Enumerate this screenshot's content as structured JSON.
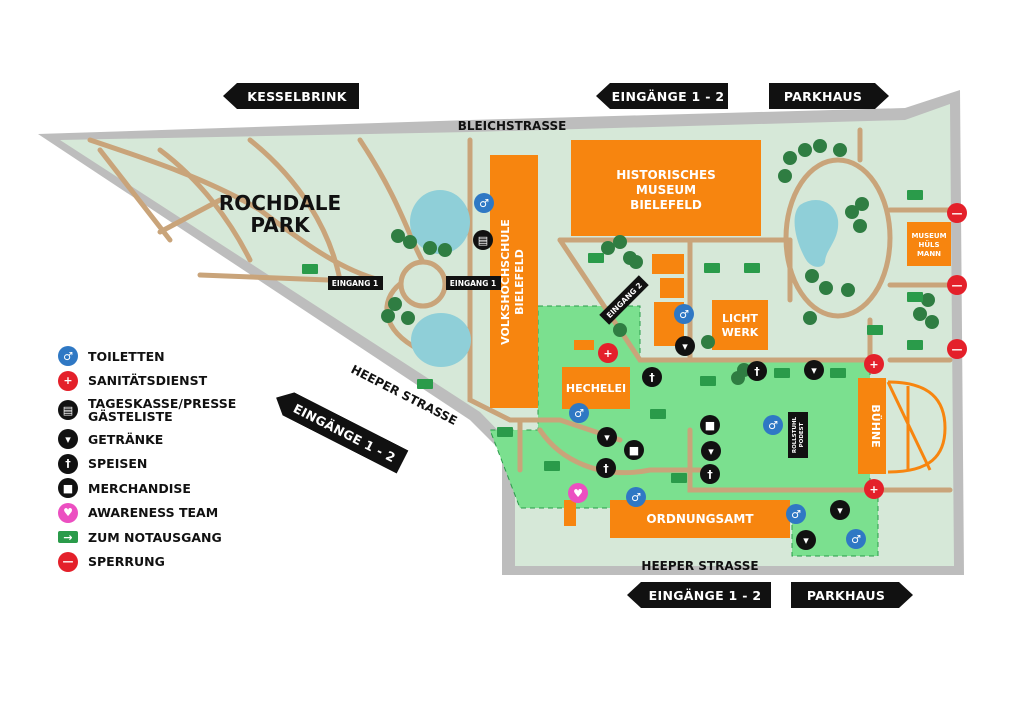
{
  "colors": {
    "grass": "#d6e8d8",
    "festival_area": "#7be08f",
    "road": "#bdbdbd",
    "path": "#c9a47a",
    "building": "#f7850f",
    "water": "#8fcfd8",
    "tree": "#2f7d42",
    "toilet_blue": "#2f78c4",
    "red": "#e4202a",
    "black": "#111111",
    "pink": "#ec4fc1",
    "exit_green": "#2a9b4a"
  },
  "signs": {
    "kesselbrink": "KESSELBRINK",
    "eingaenge_top": "EINGÄNGE 1 - 2",
    "parkhaus_top": "PARKHAUS",
    "eingaenge_bottom": "EINGÄNGE 1 - 2",
    "parkhaus_bottom": "PARKHAUS",
    "eingaenge_diag": "EINGÄNGE 1 - 2"
  },
  "streets": {
    "bleichstrasse": "BLEICHSTRASSE",
    "heeper_diag": "HEEPER STRASSE",
    "heeper_bottom": "HEEPER STRASSE"
  },
  "places": {
    "park_line1": "ROCHDALE",
    "park_line2": "PARK",
    "vhs_line1": "VOLKSHOCHSCHULE",
    "vhs_line2": "BIELEFELD",
    "museum_line1": "HISTORISCHES",
    "museum_line2": "MUSEUM",
    "museum_line3": "BIELEFELD",
    "lichtwerk_line1": "LICHT",
    "lichtwerk_line2": "WERK",
    "huelsmann_line1": "MUSEUM",
    "huelsmann_line2": "HÜLS",
    "huelsmann_line3": "MANN",
    "hechelei": "HECHELEI",
    "ordnungsamt": "ORDNUNGSAMT",
    "buehne": "BÜHNE",
    "rollstuhl_line1": "ROLLSTUHL",
    "rollstuhl_line2": "PODEST"
  },
  "entrances": {
    "eingang1_a": "EINGANG 1",
    "eingang1_b": "EINGANG 1",
    "eingang2": "EINGANG 2"
  },
  "legend": [
    {
      "icon": "toilet-icon",
      "color": "#2f78c4",
      "label": "TOILETTEN"
    },
    {
      "icon": "first-aid-icon",
      "color": "#e4202a",
      "label": "SANITÄTSDIENST"
    },
    {
      "icon": "ticket-box-icon",
      "color": "#111111",
      "label": "TAGESKASSE/PRESSE GÄSTELISTE"
    },
    {
      "icon": "drink-icon",
      "color": "#111111",
      "label": "GETRÄNKE"
    },
    {
      "icon": "food-icon",
      "color": "#111111",
      "label": "SPEISEN"
    },
    {
      "icon": "merchandise-icon",
      "color": "#111111",
      "label": "MERCHANDISE"
    },
    {
      "icon": "awareness-icon",
      "color": "#ec4fc1",
      "label": "AWARENESS TEAM"
    },
    {
      "icon": "emergency-exit-icon",
      "color": "#2a9b4a",
      "label": "ZUM NOTAUSGANG"
    },
    {
      "icon": "closure-icon",
      "color": "#e4202a",
      "label": "SPERRUNG"
    }
  ]
}
